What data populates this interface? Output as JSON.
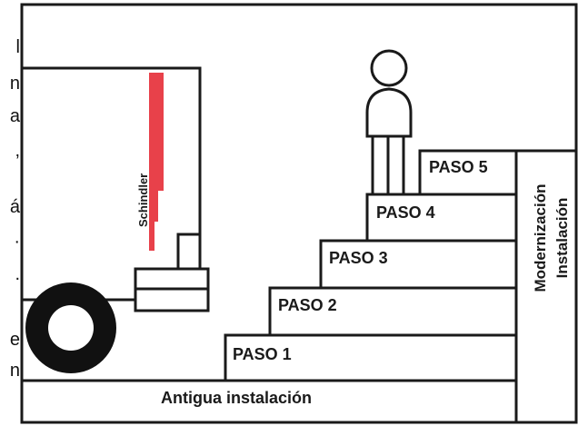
{
  "margin_letters": [
    "l",
    "n",
    "a",
    ",",
    "á",
    "·",
    ".",
    "e",
    "n"
  ],
  "truck": {
    "brand": "Schindler"
  },
  "steps": [
    {
      "label": "PASO 1"
    },
    {
      "label": "PASO 2"
    },
    {
      "label": "PASO 3"
    },
    {
      "label": "PASO 4"
    },
    {
      "label": "PASO 5"
    }
  ],
  "base_label": "Antigua instalación",
  "side_label_line1": "Modernización",
  "side_label_line2": "Instalación",
  "colors": {
    "outline": "#1a1a1a",
    "accent": "#e8414a",
    "background": "#ffffff"
  }
}
